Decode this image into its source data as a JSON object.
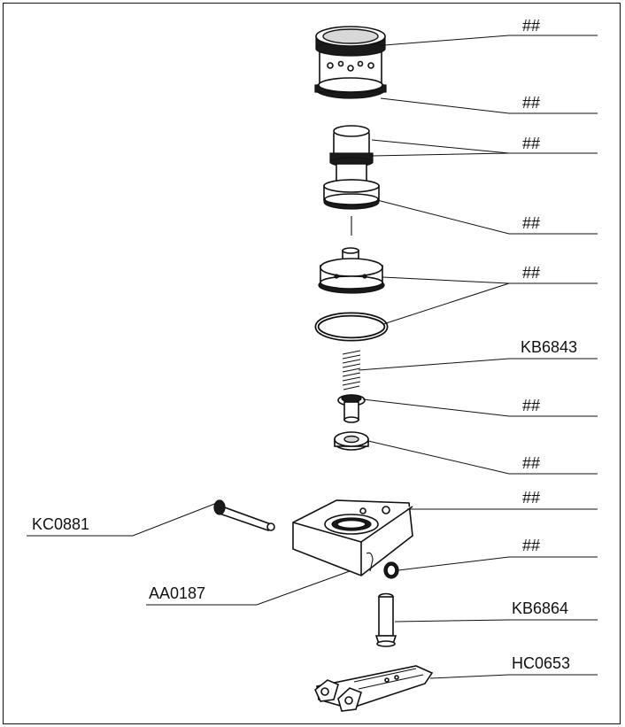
{
  "callouts": [
    {
      "id": "c1",
      "text": "##"
    },
    {
      "id": "c2",
      "text": "##"
    },
    {
      "id": "c3",
      "text": "##"
    },
    {
      "id": "c4",
      "text": "##"
    },
    {
      "id": "c5",
      "text": "##"
    },
    {
      "id": "c6",
      "text": "KB6843"
    },
    {
      "id": "c7",
      "text": "##"
    },
    {
      "id": "c8",
      "text": "##"
    },
    {
      "id": "c9",
      "text": "##"
    },
    {
      "id": "c10",
      "text": "##"
    },
    {
      "id": "c11",
      "text": "KB6864"
    },
    {
      "id": "c12",
      "text": "HC0653"
    },
    {
      "id": "c13",
      "text": "KC0881"
    },
    {
      "id": "c14",
      "text": "AA0187"
    }
  ]
}
